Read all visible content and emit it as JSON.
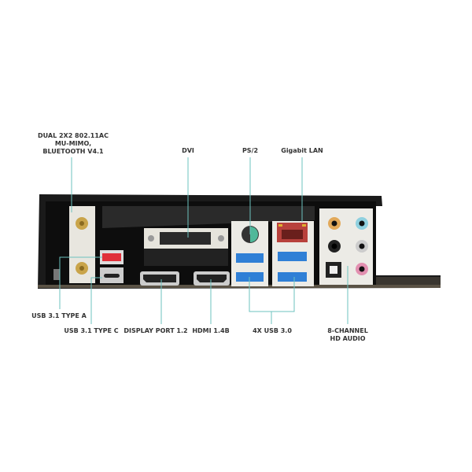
{
  "labels": {
    "wifi": [
      "DUAL 2X2 802.11AC",
      "MU-MIMO,",
      "BLUETOOTH V4.1"
    ],
    "dvi": "DVI",
    "ps2": "PS/2",
    "lan": "Gigabit LAN",
    "usb31a": "USB 3.1 TYPE A",
    "usb31c": "USB 3.1 TYPE C",
    "displayport": "DISPLAY PORT 1.2",
    "hdmi": "HDMI 1.4B",
    "usb30": "4X USB 3.0",
    "audio": [
      "8-CHANNEL",
      "HD AUDIO"
    ]
  },
  "colors": {
    "leader": "#6cc3bf",
    "usb3": "#2f7fd6",
    "usb31": "#e0303a",
    "lan": "#b8413c"
  }
}
